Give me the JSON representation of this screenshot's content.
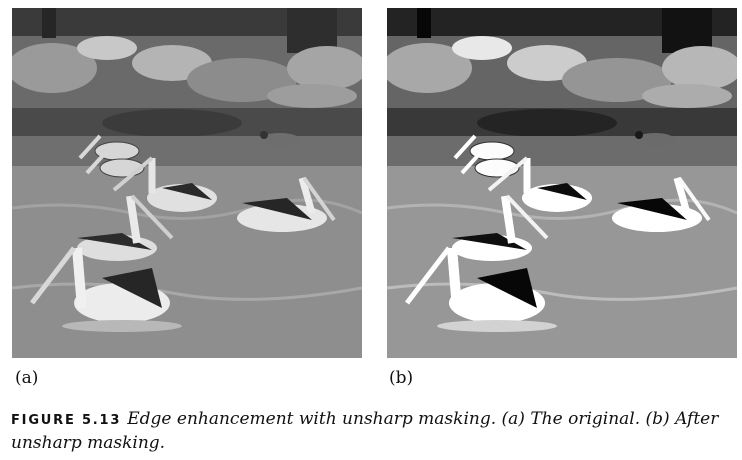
{
  "figure": {
    "panels": [
      {
        "label": "(a)",
        "alt": "Photograph of pelicans swimming on a pond below a rocky bank (original)",
        "style": "original"
      },
      {
        "label": "(b)",
        "alt": "Same photograph of pelicans after unsharp masking, with stronger edge contrast",
        "style": "sharpened"
      }
    ],
    "caption": {
      "figure_number": "FIGURE 5.13",
      "text": "Edge enhancement with unsharp masking. (a) The original. (b) After unsharp masking."
    }
  }
}
